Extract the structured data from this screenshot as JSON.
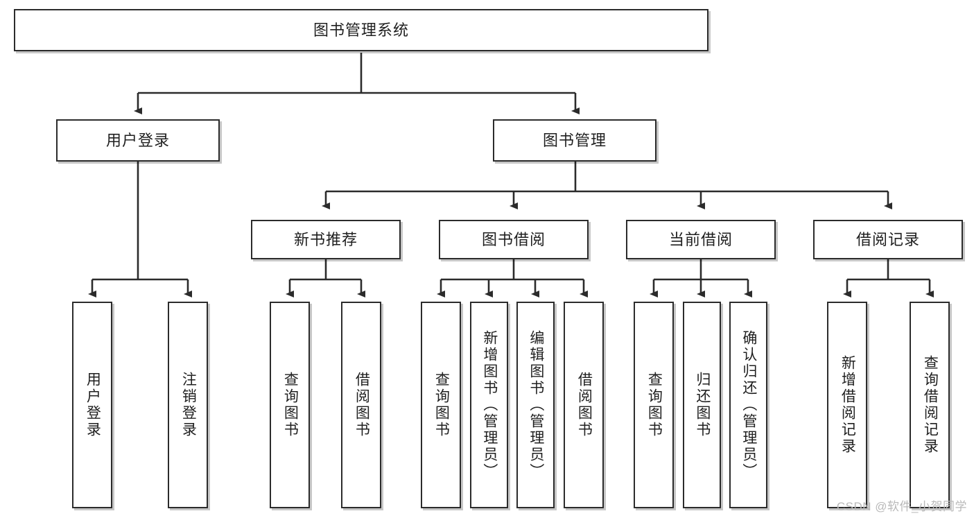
{
  "diagram": {
    "title": "图书管理系统",
    "type": "tree",
    "orientation": "top-down",
    "colors": {
      "box_border": "#2b2b2b",
      "box_fill": "#ffffff",
      "edge": "#2b2b2b",
      "text": "#1f1f1f",
      "watermark": "#b9b9b9"
    },
    "nodes": {
      "root": {
        "label": "图书管理系统"
      },
      "level2": [
        {
          "id": "user-login",
          "label": "用户登录"
        },
        {
          "id": "book-manage",
          "label": "图书管理"
        }
      ],
      "level3": [
        {
          "id": "new-book-rec",
          "label": "新书推荐"
        },
        {
          "id": "book-borrow",
          "label": "图书借阅"
        },
        {
          "id": "current-borrow",
          "label": "当前借阅"
        },
        {
          "id": "borrow-record",
          "label": "借阅记录"
        }
      ],
      "leaves": {
        "user-login": [
          {
            "id": "leaf-user-login",
            "label": "用户登录"
          },
          {
            "id": "leaf-user-logout",
            "label": "注销登录"
          }
        ],
        "new-book-rec": [
          {
            "id": "leaf-query-book-1",
            "label": "查询图书"
          },
          {
            "id": "leaf-borrow-book-1",
            "label": "借阅图书"
          }
        ],
        "book-borrow": [
          {
            "id": "leaf-query-book-2",
            "label": "查询图书"
          },
          {
            "id": "leaf-add-book",
            "label": "新增图书（管理员）"
          },
          {
            "id": "leaf-edit-book",
            "label": "编辑图书（管理员）"
          },
          {
            "id": "leaf-borrow-book-2",
            "label": "借阅图书"
          }
        ],
        "current-borrow": [
          {
            "id": "leaf-query-book-3",
            "label": "查询图书"
          },
          {
            "id": "leaf-return-book",
            "label": "归还图书"
          },
          {
            "id": "leaf-confirm-return",
            "label": "确认归还（管理员）"
          }
        ],
        "borrow-record": [
          {
            "id": "leaf-add-record",
            "label": "新增借阅记录"
          },
          {
            "id": "leaf-query-record",
            "label": "查询借阅记录"
          }
        ]
      }
    }
  },
  "watermark": {
    "text": "CSDN @软件_小贺同学"
  }
}
